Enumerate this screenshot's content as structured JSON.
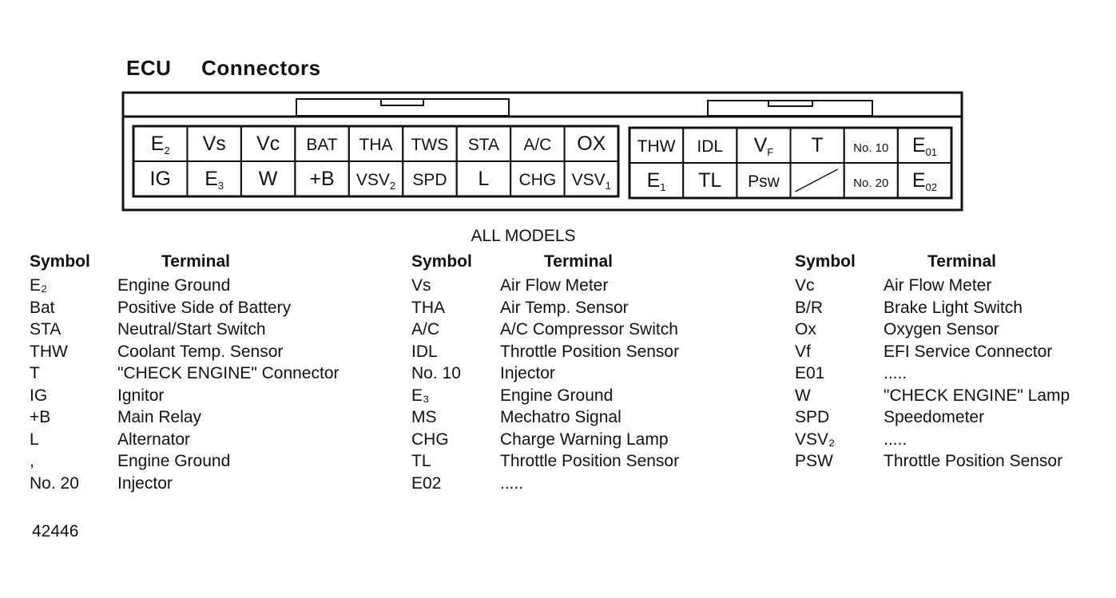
{
  "title": {
    "part1": "ECU",
    "part2": "Connectors"
  },
  "connector_left": [
    [
      {
        "main": "E",
        "sub": "2"
      },
      {
        "main": "Vs"
      },
      {
        "main": "Vc"
      },
      {
        "main": "BAT"
      },
      {
        "main": "THA"
      },
      {
        "main": "TWS"
      },
      {
        "main": "STA"
      },
      {
        "main": "A/C"
      },
      {
        "main": "OX"
      }
    ],
    [
      {
        "main": "IG"
      },
      {
        "main": "E",
        "sub": "3"
      },
      {
        "main": "W"
      },
      {
        "main": "+B"
      },
      {
        "main": "VSV",
        "sub": "2"
      },
      {
        "main": "SPD"
      },
      {
        "main": "L"
      },
      {
        "main": "CHG"
      },
      {
        "main": "VSV",
        "sub": "1"
      }
    ]
  ],
  "connector_right": [
    [
      {
        "main": "THW"
      },
      {
        "main": "IDL"
      },
      {
        "main": "V",
        "sub": "F"
      },
      {
        "main": "T"
      },
      {
        "main": "No. 10"
      },
      {
        "main": "E",
        "sub": "01"
      }
    ],
    [
      {
        "main": "E",
        "sub": "1"
      },
      {
        "main": "TL"
      },
      {
        "main": "Psw"
      },
      {
        "main": ""
      },
      {
        "main": "No. 20"
      },
      {
        "main": "E",
        "sub": "02"
      }
    ]
  ],
  "models_label": "ALL MODELS",
  "headers": {
    "symbol": "Symbol",
    "terminal": "Terminal"
  },
  "columns": [
    [
      {
        "symbol": "E₂",
        "terminal": "Engine Ground"
      },
      {
        "symbol": "Bat",
        "terminal": "Positive Side of Battery"
      },
      {
        "symbol": "STA",
        "terminal": "Neutral/Start Switch"
      },
      {
        "symbol": "THW",
        "terminal": "Coolant Temp. Sensor"
      },
      {
        "symbol": "T",
        "terminal": "\"CHECK ENGINE\" Connector"
      },
      {
        "symbol": "IG",
        "terminal": "Ignitor"
      },
      {
        "symbol": "+B",
        "terminal": "Main Relay"
      },
      {
        "symbol": "L",
        "terminal": "Alternator"
      },
      {
        "symbol": ",",
        "terminal": "Engine Ground"
      },
      {
        "symbol": "No. 20",
        "terminal": "Injector"
      }
    ],
    [
      {
        "symbol": "Vs",
        "terminal": "Air Flow Meter"
      },
      {
        "symbol": "THA",
        "terminal": "Air Temp. Sensor"
      },
      {
        "symbol": "A/C",
        "terminal": "A/C Compressor Switch"
      },
      {
        "symbol": "IDL",
        "terminal": "Throttle Position Sensor"
      },
      {
        "symbol": "No. 10",
        "terminal": "Injector"
      },
      {
        "symbol": "E₃",
        "terminal": "Engine Ground"
      },
      {
        "symbol": "MS",
        "terminal": "Mechatro Signal"
      },
      {
        "symbol": "CHG",
        "terminal": "Charge Warning Lamp"
      },
      {
        "symbol": "TL",
        "terminal": "Throttle Position Sensor"
      },
      {
        "symbol": "E02",
        "terminal": "....."
      }
    ],
    [
      {
        "symbol": "Vc",
        "terminal": "Air Flow Meter"
      },
      {
        "symbol": "B/R",
        "terminal": "Brake Light Switch"
      },
      {
        "symbol": "Ox",
        "terminal": "Oxygen Sensor"
      },
      {
        "symbol": "Vf",
        "terminal": "EFI Service Connector"
      },
      {
        "symbol": "E01",
        "terminal": "....."
      },
      {
        "symbol": "W",
        "terminal": "\"CHECK ENGINE\" Lamp"
      },
      {
        "symbol": "SPD",
        "terminal": "Speedometer"
      },
      {
        "symbol": "VSV₂",
        "terminal": "....."
      },
      {
        "symbol": "PSW",
        "terminal": "Throttle Position Sensor"
      }
    ]
  ],
  "figure_number": "42446"
}
